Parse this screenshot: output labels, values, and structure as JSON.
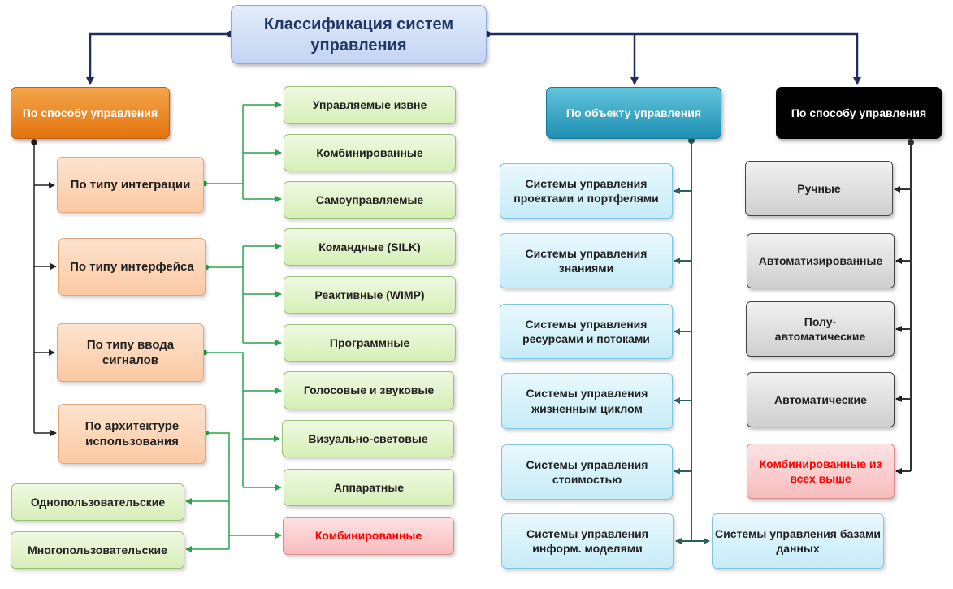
{
  "title": "Классификация систем управления",
  "categories": {
    "method": "По способу управления",
    "object": "По объекту управления",
    "method2": "По способу управления"
  },
  "left": {
    "integration": "По типу интеграции",
    "interface": "По типу интерфейса",
    "signal_input": "По типу ввода сигналов",
    "architecture": "По архитектуре использования"
  },
  "green": {
    "external": "Управляемые извне",
    "combined": "Комбинированные",
    "self_managed": "Самоуправляемые",
    "command": "Командные (SILK)",
    "reactive": "Реактивные (WIMP)",
    "program": "Программные",
    "voice": "Голосовые и звуковые",
    "visual": "Визуально-световые",
    "hardware": "Аппаратные",
    "combined_red": "Комбинированные",
    "single_user": "Однопользовательские",
    "multi_user": "Многопользовательские"
  },
  "object": {
    "projects": "Системы управления проектами и портфелями",
    "knowledge": "Системы управления знаниями",
    "resources": "Системы управления ресурсами и потоками",
    "lifecycle": "Системы управления жизненным циклом",
    "cost": "Системы управления стоимостью",
    "info_models": "Системы управления информ. моделями",
    "databases": "Системы управления базами данных"
  },
  "right": {
    "manual": "Ручные",
    "automated": "Автоматизированные",
    "semi_auto": "Полу-автоматические",
    "automatic": "Автоматические",
    "combined_all": "Комбинированные из всех выше"
  },
  "colors": {
    "tree": "#1f2c5c",
    "green_line": "#2aa24a",
    "teal_line": "#2f5f5a",
    "orange": "#e3740e",
    "cyan": "#1f8fb2",
    "black": "#000000",
    "red_text": "#ff0000"
  }
}
